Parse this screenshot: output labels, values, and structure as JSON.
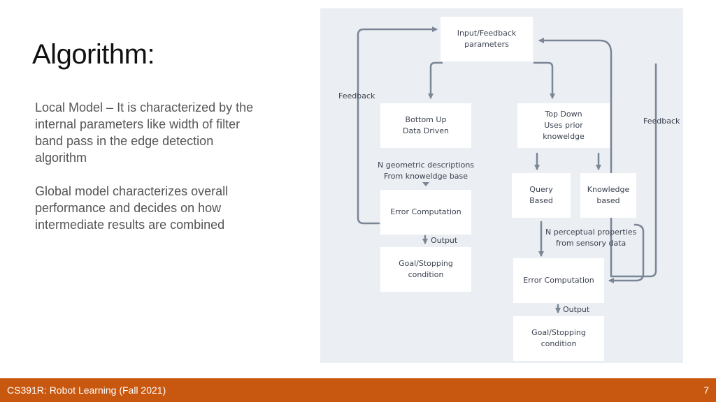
{
  "slide": {
    "title": "Algorithm:",
    "paragraphs": [
      "Local Model – It is characterized by the internal parameters like width of filter band pass in the edge detection algorithm",
      "Global model characterizes overall performance and decides on how intermediate results are combined"
    ]
  },
  "diagram": {
    "nodes": {
      "input": "Input/Feedback\nparameters",
      "bottom_up": "Bottom Up\nData Driven",
      "top_down": "Top Down\nUses prior\nknoweldge",
      "query": "Query\nBased",
      "knowledge": "Knowledge\nbased",
      "error_left": "Error Computation",
      "goal_left": "Goal/Stopping\ncondition",
      "error_right": "Error Computation",
      "goal_right": "Goal/Stopping\ncondition"
    },
    "labels": {
      "feedback_left": "Feedback",
      "feedback_right": "Feedback",
      "geometric": "N geometric descriptions\nFrom knoweldge base",
      "perceptual": "N perceptual  properties\nfrom sensory data",
      "output_left": "Output",
      "output_right": "Output"
    },
    "colors": {
      "background": "#ebeef2",
      "box": "#ffffff",
      "arrow": "#7a8595",
      "text": "#3b4250"
    }
  },
  "footer": {
    "course": "CS391R: Robot Learning (Fall 2021)",
    "page": "7",
    "color": "#c8580f"
  }
}
